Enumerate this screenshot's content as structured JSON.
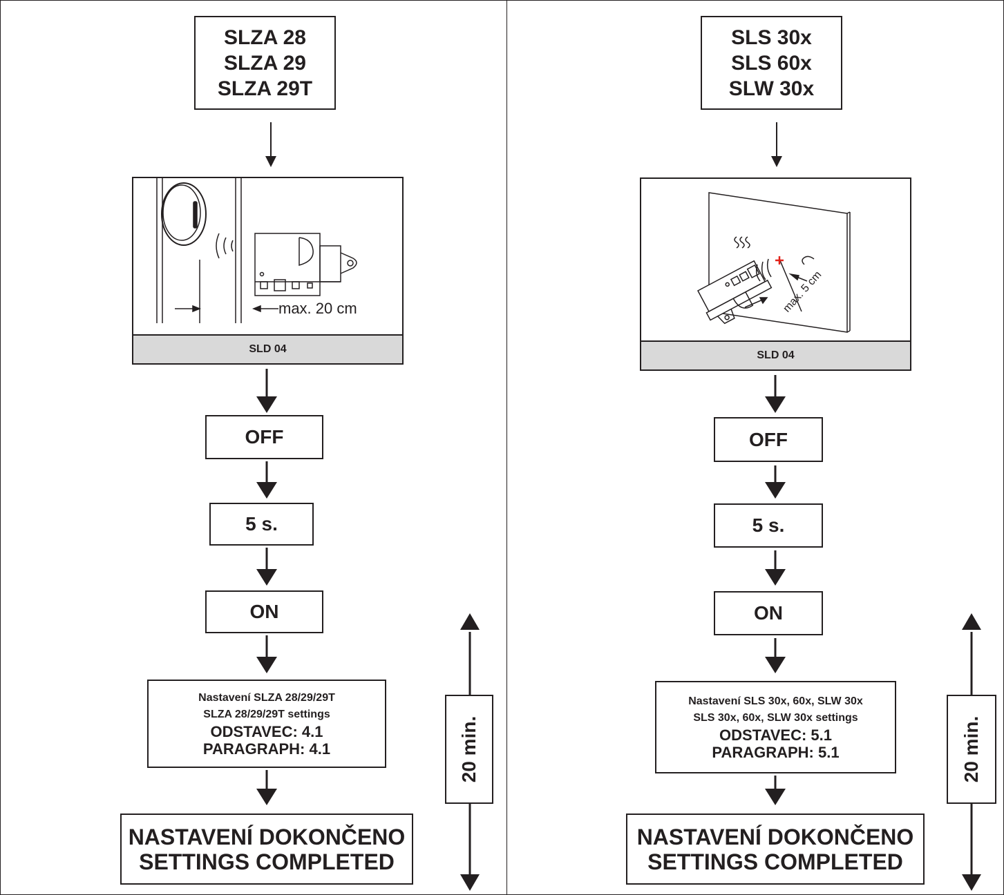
{
  "left": {
    "models": [
      "SLZA 28",
      "SLZA 29",
      "SLZA 29T"
    ],
    "device_label": "SLD 04",
    "distance_label": "max. 20 cm",
    "steps": [
      "OFF",
      "5 s.",
      "ON"
    ],
    "settings": {
      "line1": "Nastavení SLZA 28/29/29T",
      "line2": "SLZA 28/29/29T settings",
      "line3": "ODSTAVEC: 4.1",
      "line4": "PARAGRAPH: 4.1"
    },
    "completed": [
      "NASTAVENÍ DOKONČENO",
      "SETTINGS COMPLETED"
    ],
    "timer": "20 min."
  },
  "right": {
    "models": [
      "SLS 30x",
      "SLS 60x",
      "SLW 30x"
    ],
    "device_label": "SLD 04",
    "distance_label": "max. 5 cm",
    "steps": [
      "OFF",
      "5 s.",
      "ON"
    ],
    "settings": {
      "line1": "Nastavení SLS 30x, 60x, SLW 30x",
      "line2": "SLS 30x, 60x, SLW 30x settings",
      "line3": "ODSTAVEC: 5.1",
      "line4": "PARAGRAPH: 5.1"
    },
    "completed": [
      "NASTAVENÍ DOKONČENO",
      "SETTINGS COMPLETED"
    ],
    "timer": "20 min."
  },
  "colors": {
    "line": "#231f20",
    "caption_bg": "#d9d9d9",
    "plus_marker": "#e2231a"
  }
}
